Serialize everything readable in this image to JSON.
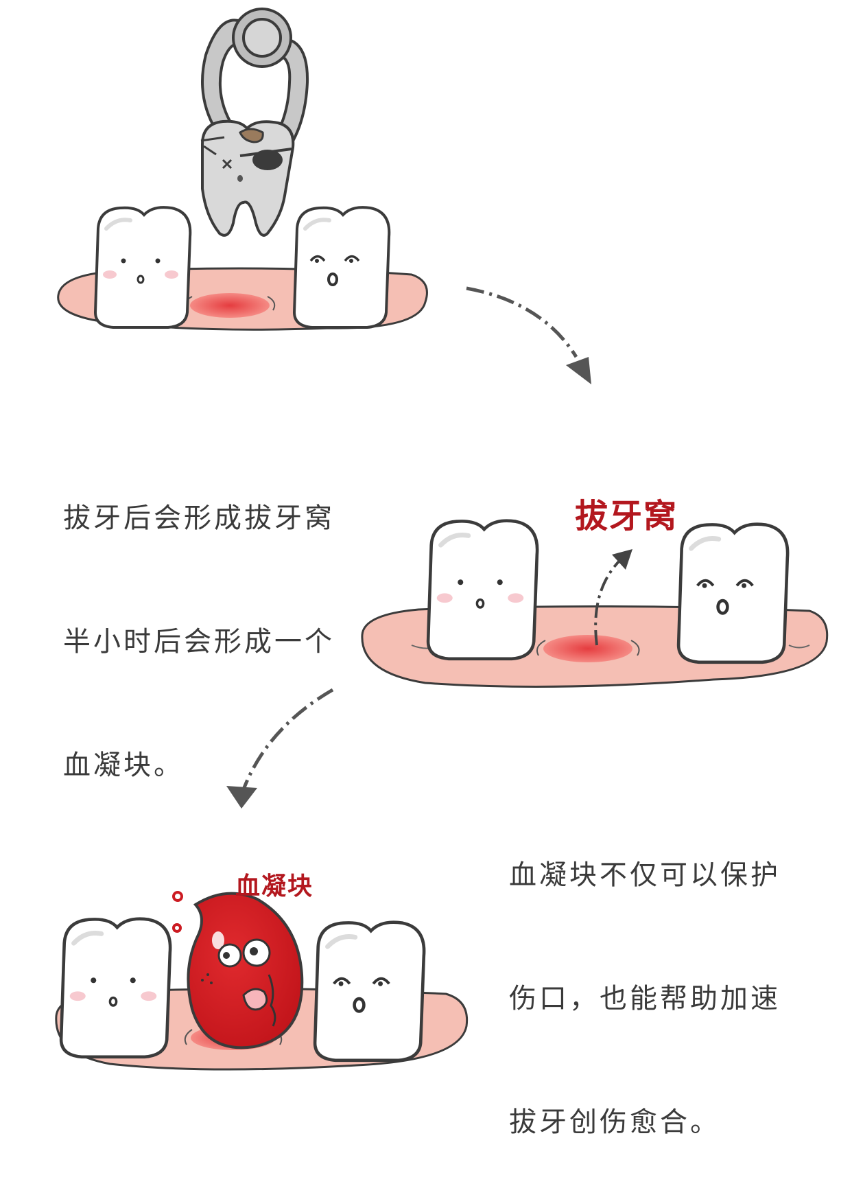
{
  "captions": {
    "step1": [
      "拔牙后会形成拔牙窝",
      "半小时后会形成一个",
      "血凝块。"
    ],
    "step2": [
      "血凝块不仅可以保护",
      "伤口，也能帮助加速",
      "拔牙创伤愈合。"
    ]
  },
  "labels": {
    "socket": "拔牙窝",
    "clot": "血凝块"
  },
  "colors": {
    "gum": "#f5bfb4",
    "socket": "#e8544f",
    "clot": "#cc1b22",
    "label": "#b3171e",
    "text": "#3a3a3a"
  }
}
